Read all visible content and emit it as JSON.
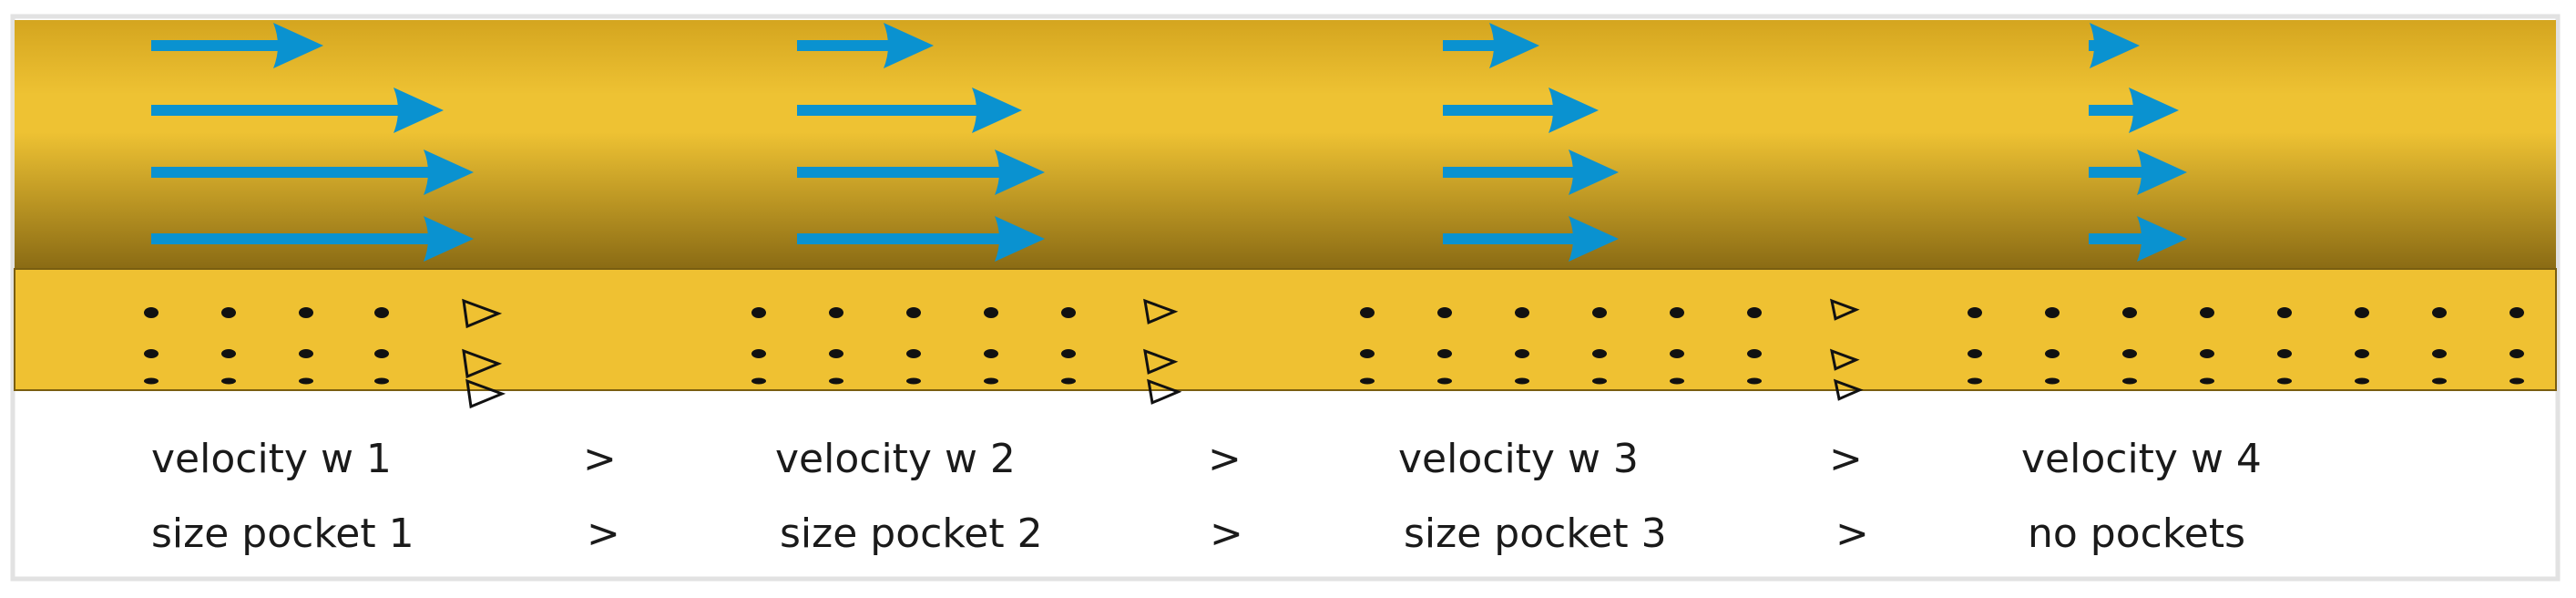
{
  "colors": {
    "tube_top": "#d4a51f",
    "tube_mid": "#eec233",
    "tube_bottom": "#8a6b14",
    "wall": "#efc132",
    "arrow": "#0a92d0",
    "frame": "#e2e2e2"
  },
  "stages": [
    {
      "velocity": "velocity w 1",
      "pocket": "size pocket 1"
    },
    {
      "velocity": "velocity w 2",
      "pocket": "size pocket 2"
    },
    {
      "velocity": "velocity w 3",
      "pocket": "size pocket 3"
    },
    {
      "velocity": "velocity w 4",
      "pocket": "no pockets"
    }
  ],
  "separator": ">"
}
